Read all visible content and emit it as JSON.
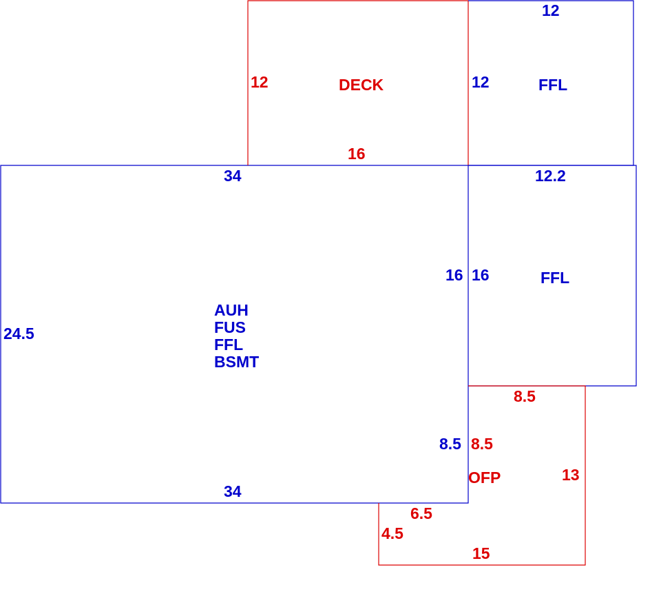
{
  "colors": {
    "blue": "#0000cc",
    "red": "#dd0000"
  },
  "deck": {
    "label": "DECK",
    "left": "12",
    "bottom": "16"
  },
  "ffl_upper": {
    "label": "FFL",
    "top": "12",
    "left": "12"
  },
  "ffl_lower": {
    "label": "FFL",
    "top": "12.2",
    "left": "16"
  },
  "main": {
    "labels": [
      "AUH",
      "FUS",
      "FFL",
      "BSMT"
    ],
    "top": "34",
    "bottom": "34",
    "left": "24.5",
    "right_upper": "16",
    "right_lower": "8.5"
  },
  "ofp": {
    "label": "OFP",
    "top": "8.5",
    "left_upper": "8.5",
    "right": "13",
    "step": "6.5",
    "left_lower": "4.5",
    "bottom": "15"
  }
}
